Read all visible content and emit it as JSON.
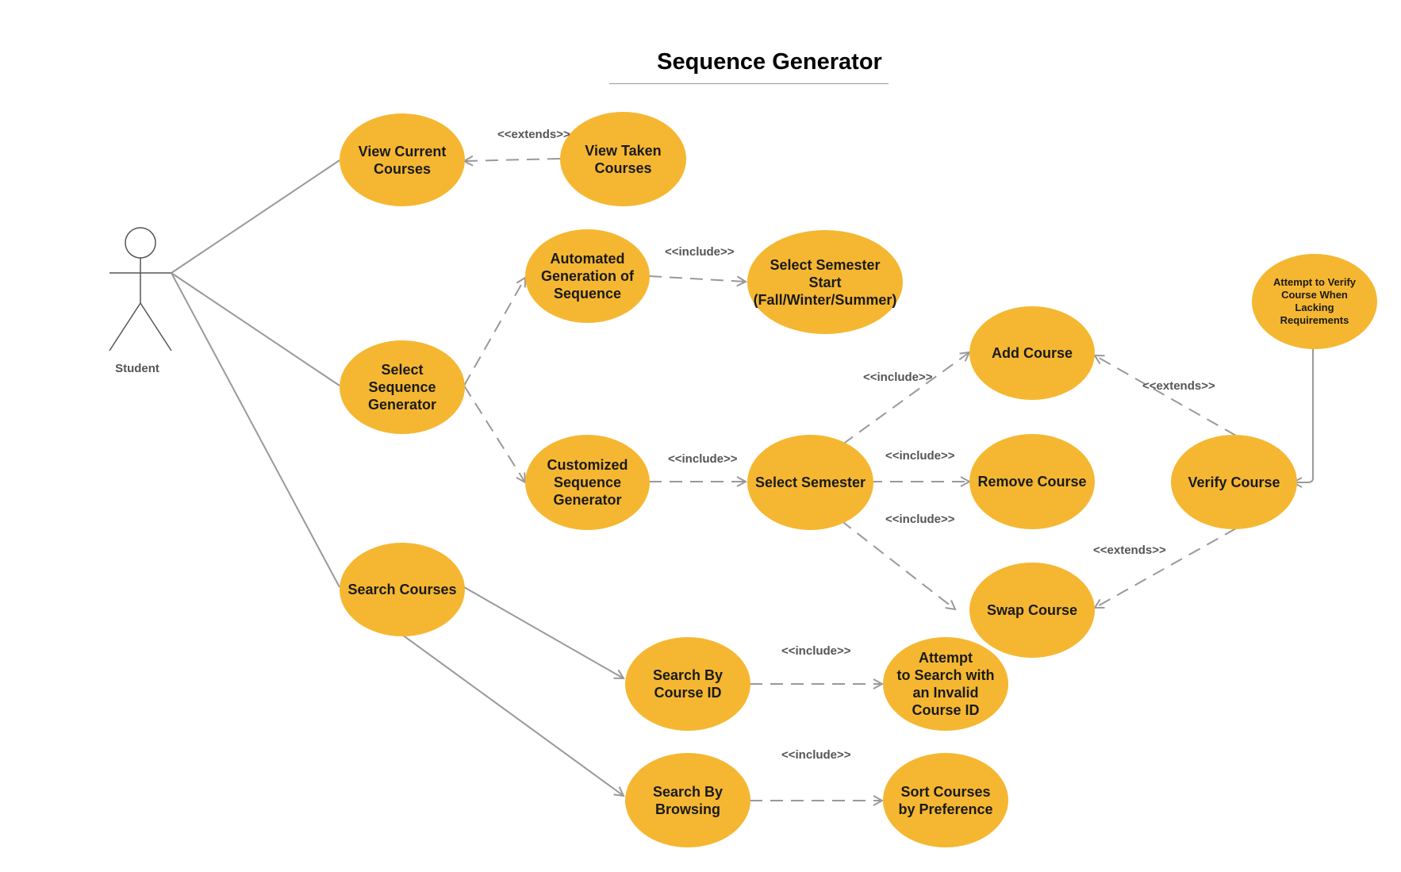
{
  "diagram": {
    "title": "Sequence Generator",
    "actor": {
      "name": "Student"
    },
    "use_cases": {
      "view_current": "View Current\nCourses",
      "view_taken": "View Taken\nCourses",
      "auto_gen": "Automated\nGeneration of\nSequence",
      "select_start": "Select Semester\nStart\n(Fall/Winter/Summer)",
      "select_seq": "Select\nSequence\nGenerator",
      "custom_seq": "Customized\nSequence\nGenerator",
      "select_sem": "Select Semester",
      "add_course": "Add Course",
      "remove_course": "Remove Course",
      "swap_course": "Swap Course",
      "verify_course": "Verify Course",
      "attempt_verify": "Attempt to Verify\nCourse When\nLacking\nRequirements",
      "search_courses": "Search Courses",
      "search_id": "Search By\nCourse ID",
      "invalid_id": "Attempt\nto Search with\nan Invalid\nCourse ID",
      "search_browse": "Search By\nBrowsing",
      "sort_pref": "Sort Courses\nby Preference"
    },
    "relations": {
      "extends_view": "<<extends>>",
      "include_auto": "<<include>>",
      "include_custom": "<<include>>",
      "include_add": "<<include>>",
      "include_remove": "<<include>>",
      "include_swap": "<<include>>",
      "extends_add": "<<extends>>",
      "extends_swap": "<<extends>>",
      "include_search_id": "<<include>>",
      "include_browse": "<<include>>"
    },
    "colors": {
      "use_case_fill": "#f5b731",
      "line": "#999999"
    }
  }
}
